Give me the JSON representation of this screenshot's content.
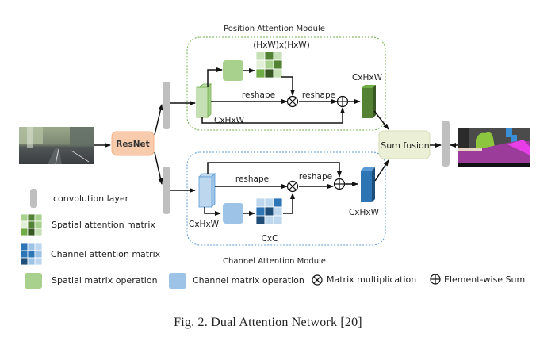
{
  "figure": {
    "caption": "Fig. 2.  Dual Attention Network [20]"
  },
  "position_module": {
    "title": "Position Attention Module",
    "matrix_label": "(HxW)x(HxW)",
    "input_label": "CxHxW",
    "output_label": "CxHxW",
    "reshape_1": "reshape",
    "reshape_2": "reshape",
    "matrix_cells": [
      "#c5e0b4",
      "#548235",
      "#c5e0b4",
      "#e2f0d9",
      "#a9d18e",
      "#548235",
      "#70ad47",
      "#385723",
      "#c5e0b4"
    ]
  },
  "channel_module": {
    "title": "Channel Attention Module",
    "matrix_label": "CxC",
    "input_label": "CxHxW",
    "output_label": "CxHxW",
    "reshape_1": "reshape",
    "reshape_2": "reshape",
    "matrix_cells": [
      "#bdd7ee",
      "#bdd7ee",
      "#2e75b6",
      "#2e75b6",
      "#1f4e79",
      "#bdd7ee",
      "#1f4e79",
      "#bdd7ee",
      "#bdd7ee"
    ]
  },
  "nodes": {
    "backbone": "ResNet",
    "fusion": "Sum fusion",
    "input_image": "street-scene-photo",
    "output_image": "segmentation-map"
  },
  "legend": {
    "conv": "convolution layer",
    "spatial_matrix": "Spatial attention matrix",
    "channel_matrix": "Channel attention matrix",
    "spatial_op": "Spatial matrix operation",
    "channel_op": "Channel matrix operation",
    "matmul": "Matrix multiplication",
    "sum": "Element-wise Sum",
    "spatial_cells": [
      "#a9d18e",
      "#548235",
      "#a9d18e",
      "#e2f0d9",
      "#548235",
      "#a9d18e",
      "#70ad47",
      "#385723",
      "#c5e0b4"
    ],
    "channel_cells": [
      "#2e75b6",
      "#9dc3e6",
      "#bdd7ee",
      "#2e75b6",
      "#2e75b6",
      "#9dc3e6",
      "#1f4e79",
      "#9dc3e6",
      "#bdd7ee"
    ]
  },
  "colors": {
    "green_box_border": "#70ad47",
    "blue_box_border": "#5b9bd5",
    "resnet_fill": "#f8cbad",
    "resnet_border": "#f4b183",
    "fusion_fill": "#ebefd6",
    "fusion_border": "#d6dcb4",
    "conv_fill": "#bfbfbf",
    "spatial_op": "#a9d18e",
    "channel_op": "#9dc3e6",
    "green_dark": "#548235",
    "blue_dark": "#2e75b6"
  }
}
